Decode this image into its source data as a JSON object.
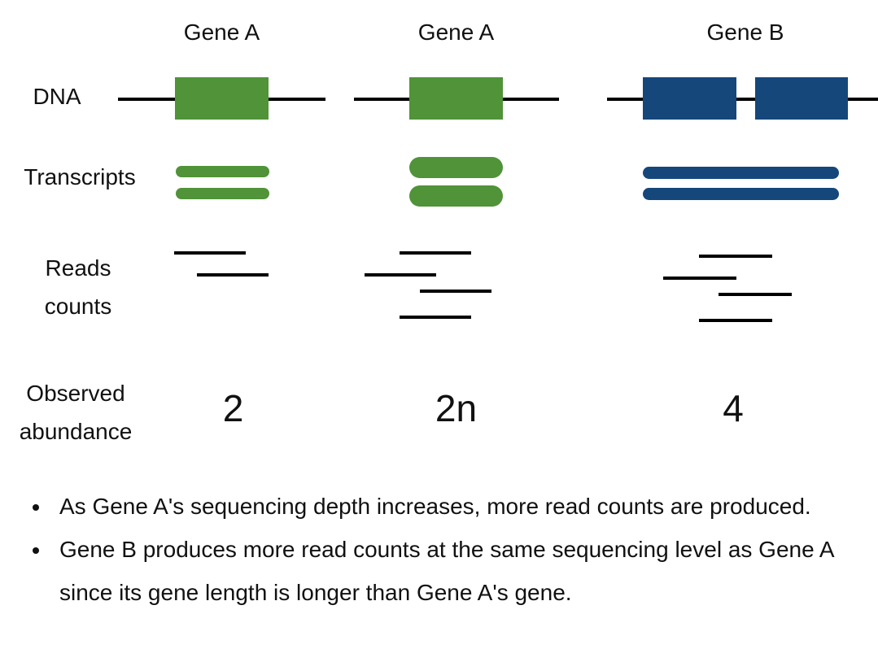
{
  "colors": {
    "gene_a": "#509338",
    "gene_b": "#15477a",
    "line": "#000000",
    "text": "#111111"
  },
  "row_labels": {
    "dna": "DNA",
    "transcripts": "Transcripts",
    "reads_line1": "Reads",
    "reads_line2": "counts",
    "observed_line1": "Observed",
    "observed_line2": "abundance"
  },
  "columns": [
    {
      "header": "Gene A",
      "abundance": "2",
      "transcript_count": 2,
      "read_count": 2
    },
    {
      "header": "Gene A",
      "abundance": "2n",
      "transcript_count": 2,
      "read_count": 4
    },
    {
      "header": "Gene B",
      "abundance": "4",
      "transcript_count": 2,
      "read_count": 4
    }
  ],
  "notes": [
    "As Gene A's sequencing depth increases, more read counts are produced.",
    "Gene B produces more read counts at the same sequencing level as Gene A since its gene length is longer than Gene A's gene."
  ]
}
